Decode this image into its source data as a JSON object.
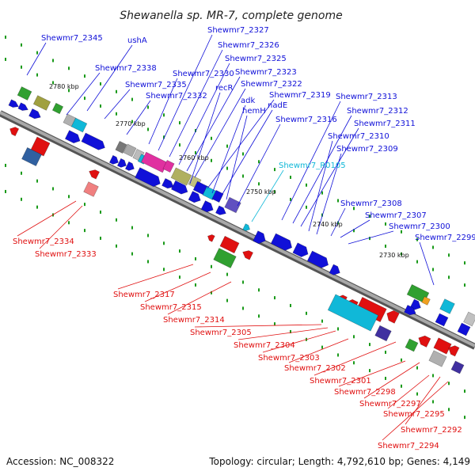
{
  "title": "Shewanella sp. MR-7, complete genome",
  "footer": {
    "accession": "Accession: NC_008322",
    "summary": "Topology: circular; Length: 4,792,610 bp; Genes: 4,149"
  },
  "colors": {
    "forward": "#1010d8",
    "reverse": "#e01010",
    "rna": "#10b8d8",
    "backbone": "#7f7f7f"
  },
  "kbp_labels": [
    "2780 kbp",
    "2770 kbp",
    "2760 kbp",
    "2750 kbp",
    "2740 kbp",
    "2730 kbp"
  ],
  "forward_genes": [
    "Shewmr7_2345",
    "ushA",
    "Shewmr7_2338",
    "Shewmr7_2335",
    "Shewmr7_2332",
    "Shewmr7_2330",
    "Shewmr7_2327",
    "Shewmr7_2326",
    "Shewmr7_2325",
    "Shewmr7_2323",
    "Shewmr7_2322",
    "recR",
    "Shewmr7_2319",
    "adk",
    "nadE",
    "hemH",
    "Shewmr7_2316",
    "Shewmr7_2313",
    "Shewmr7_2312",
    "Shewmr7_2311",
    "Shewmr7_2310",
    "Shewmr7_2309",
    "Shewmr7_2308",
    "Shewmr7_2307",
    "Shewmr7_2300",
    "Shewmr7_2299"
  ],
  "rna_genes": [
    "Shewmr7_R0105"
  ],
  "reverse_genes": [
    "Shewmr7_2334",
    "Shewmr7_2333",
    "Shewmr7_2317",
    "Shewmr7_2315",
    "Shewmr7_2314",
    "Shewmr7_2305",
    "Shewmr7_2304",
    "Shewmr7_2303",
    "Shewmr7_2302",
    "Shewmr7_2301",
    "Shewmr7_2298",
    "Shewmr7_2297",
    "Shewmr7_2295",
    "Shewmr7_2292",
    "Shewmr7_2294"
  ]
}
